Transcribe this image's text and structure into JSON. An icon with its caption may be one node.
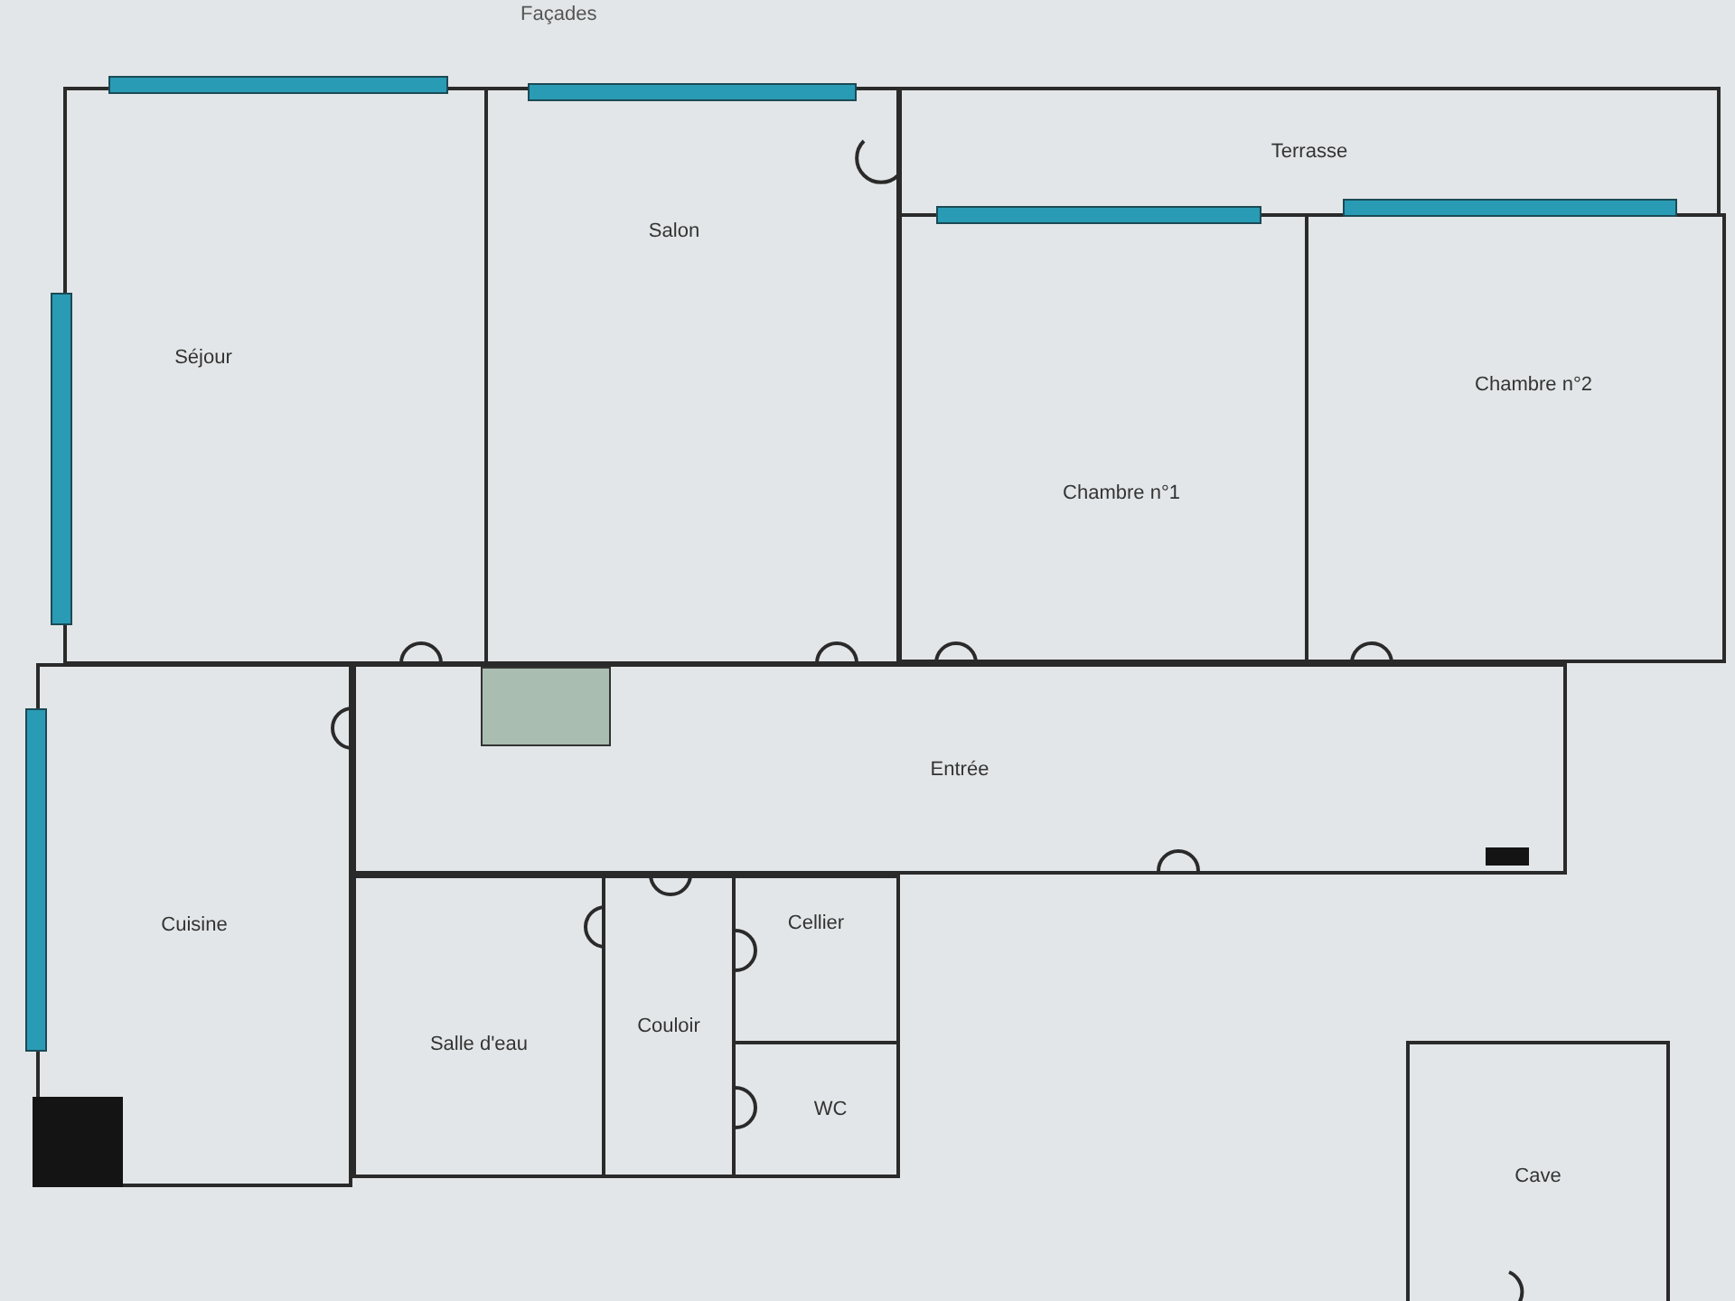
{
  "diagram": {
    "nodes": [
      {
        "text": [
          "Terrasse"
        ]
      },
      {
        "text": [
          "Séjour"
        ]
      },
      {
        "text": [
          "Salon"
        ]
      },
      {
        "text": [
          "Chambre n°1"
        ]
      },
      {
        "text": [
          "Chambre n°2"
        ]
      },
      {
        "text": [
          "Entrée"
        ]
      },
      {
        "text": [
          "Cuisine"
        ]
      },
      {
        "text": [
          "Salle d'eau"
        ]
      },
      {
        "text": [
          "Couloir"
        ]
      },
      {
        "text": [
          "Cellier"
        ]
      },
      {
        "text": [
          "WC"
        ]
      },
      {
        "text": [
          "Cave"
        ]
      }
    ],
    "labels": [
      "Façades"
    ]
  }
}
